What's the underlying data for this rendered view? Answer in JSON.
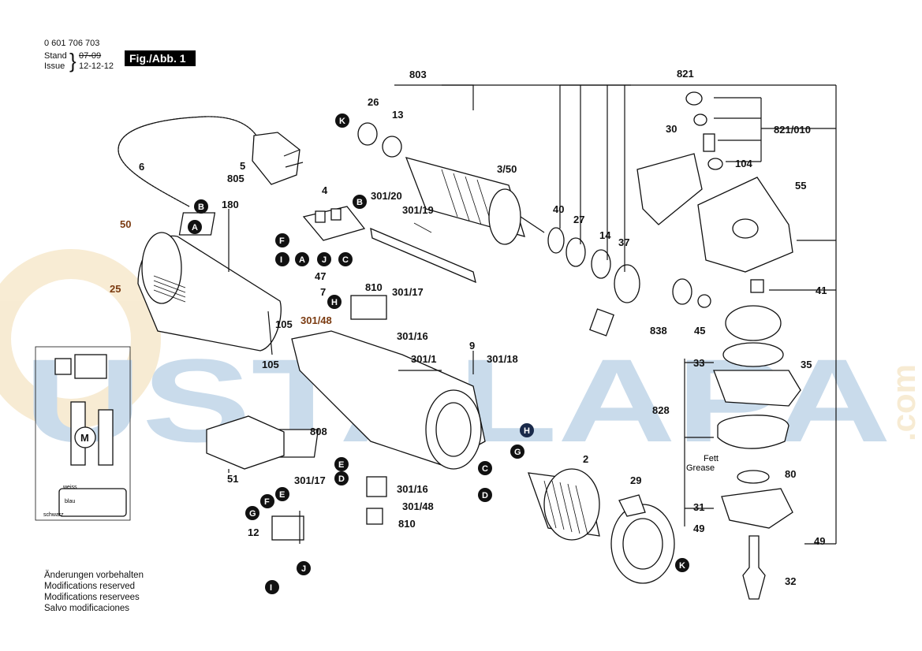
{
  "header": {
    "part_number": "0 601 706 703",
    "stand_label": "Stand",
    "stand_value": "07-09",
    "issue_label": "Issue",
    "issue_value": "12-12-12",
    "figure": "Fig./Abb. 1"
  },
  "notes": [
    "Änderungen vorbehalten",
    "Modifications reserved",
    "Modifications reservees",
    "Salvo modificaciones"
  ],
  "watermark": {
    "text": "USTALAPA",
    "suffix": ".com",
    "color": "#9dbedc",
    "accent": "#f2dcb0"
  },
  "colors": {
    "callout_fill": "#111111",
    "label_brown": "#7a3a10"
  },
  "labels": {
    "p803": "803",
    "p26": "26",
    "p13": "13",
    "p3_50": "3/50",
    "p40": "40",
    "p27": "27",
    "p14": "14",
    "p37": "37",
    "p821": "821",
    "p30": "30",
    "p821_010": "821/010",
    "p104": "104",
    "p55": "55",
    "p41": "41",
    "p838": "838",
    "p45": "45",
    "p6": "6",
    "p5": "5",
    "p805": "805",
    "p180": "180",
    "p50": "50",
    "p25": "25",
    "p105a": "105",
    "p105b": "105",
    "p4": "4",
    "p301_20": "301/20",
    "p301_19": "301/19",
    "p47": "47",
    "p7": "7",
    "p810a": "810",
    "p301_17a": "301/17",
    "p301_48a": "301/48",
    "p301_16a": "301/16",
    "p9": "9",
    "p301_1": "301/1",
    "p301_18": "301/18",
    "p808": "808",
    "p2": "2",
    "p29": "29",
    "p51": "51",
    "p12": "12",
    "p301_17b": "301/17",
    "p301_16b": "301/16",
    "p301_48b": "301/48",
    "p810b": "810",
    "p33": "33",
    "p35": "35",
    "p828": "828",
    "fett": "Fett",
    "grease": "Grease",
    "p80": "80",
    "p31": "31",
    "p49a": "49",
    "p49b": "49",
    "p32": "32",
    "motor": "M",
    "weiss": "weiss",
    "blau": "blau",
    "schwarz": "schwarz"
  },
  "callouts": {
    "K1": "K",
    "B1": "B",
    "A1": "A",
    "B2": "B",
    "F1": "F",
    "I1": "I",
    "A2": "A",
    "J1": "J",
    "C1": "C",
    "H1": "H",
    "H2": "H",
    "G1": "G",
    "C2": "C",
    "D1": "D",
    "E1": "E",
    "D2": "D",
    "K2": "K",
    "G2": "G",
    "F2": "F",
    "E2": "E",
    "I2": "I",
    "J2": "J"
  }
}
